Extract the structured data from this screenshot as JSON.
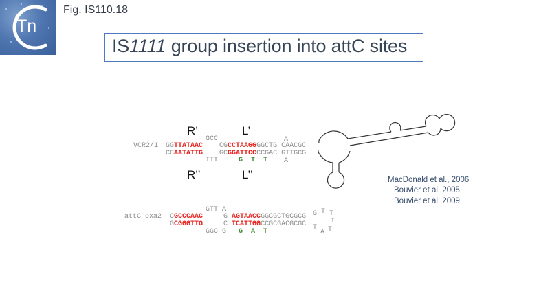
{
  "header": {
    "logo_text": "Tn",
    "fig_label": "Fig. IS110.18",
    "title_italic": "1111",
    "title_prefix": "IS",
    "title_rest": " group insertion into attC sites"
  },
  "vcr": {
    "name": "VCR2/1",
    "labels": {
      "r_prime": "R’",
      "l_prime": "L’",
      "r_dprime": "R’’",
      "l_dprime": "L’’"
    },
    "top_bulge": "GCC",
    "top_a": "A",
    "top_strand": [
      {
        "t": "GG",
        "c": "grey"
      },
      {
        "t": "TTATAAC",
        "c": "red"
      },
      {
        "t": "    CG",
        "c": "grey"
      },
      {
        "t": "CCTAAGG",
        "c": "red"
      },
      {
        "t": "GGCTG CAACGC",
        "c": "grey"
      }
    ],
    "bottom_strand": [
      {
        "t": "CC",
        "c": "grey"
      },
      {
        "t": "AATATTG",
        "c": "red"
      },
      {
        "t": "    GC",
        "c": "grey"
      },
      {
        "t": "GGATTCC",
        "c": "red"
      },
      {
        "t": "CCGAC GTTGCG",
        "c": "grey"
      }
    ],
    "bottom_bulge": "TTT",
    "bottom_a": "A",
    "green_bases": "G  T  T"
  },
  "oxa": {
    "name": "attC oxa2",
    "top_bulge": "GTT A",
    "top_strand": [
      {
        "t": "C",
        "c": "grey"
      },
      {
        "t": "GCCCAAC",
        "c": "red"
      },
      {
        "t": "     G ",
        "c": "grey"
      },
      {
        "t": "AGTAACC",
        "c": "red"
      },
      {
        "t": "GGCGCTGCGCG",
        "c": "grey"
      }
    ],
    "bottom_strand": [
      {
        "t": "G",
        "c": "grey"
      },
      {
        "t": "CGGGTTG",
        "c": "red"
      },
      {
        "t": "     C ",
        "c": "grey"
      },
      {
        "t": "TCATTGG",
        "c": "red"
      },
      {
        "t": "CCGCGACGCGC",
        "c": "grey"
      }
    ],
    "bottom_bulge": "GGC G",
    "green_bases": "G  A  T",
    "loop_letters": [
      "G",
      "T",
      "T",
      "T",
      "T",
      "A",
      "T"
    ]
  },
  "references": [
    "MacDonald et al., 2006",
    "Bouvier et al. 2005",
    "Bouvier et al. 2009"
  ],
  "colors": {
    "title_border": "#4f7ac0",
    "highlight_red": "#e8211d",
    "highlight_green": "#3f8a2e",
    "sequence_grey": "#8a8a8a"
  }
}
